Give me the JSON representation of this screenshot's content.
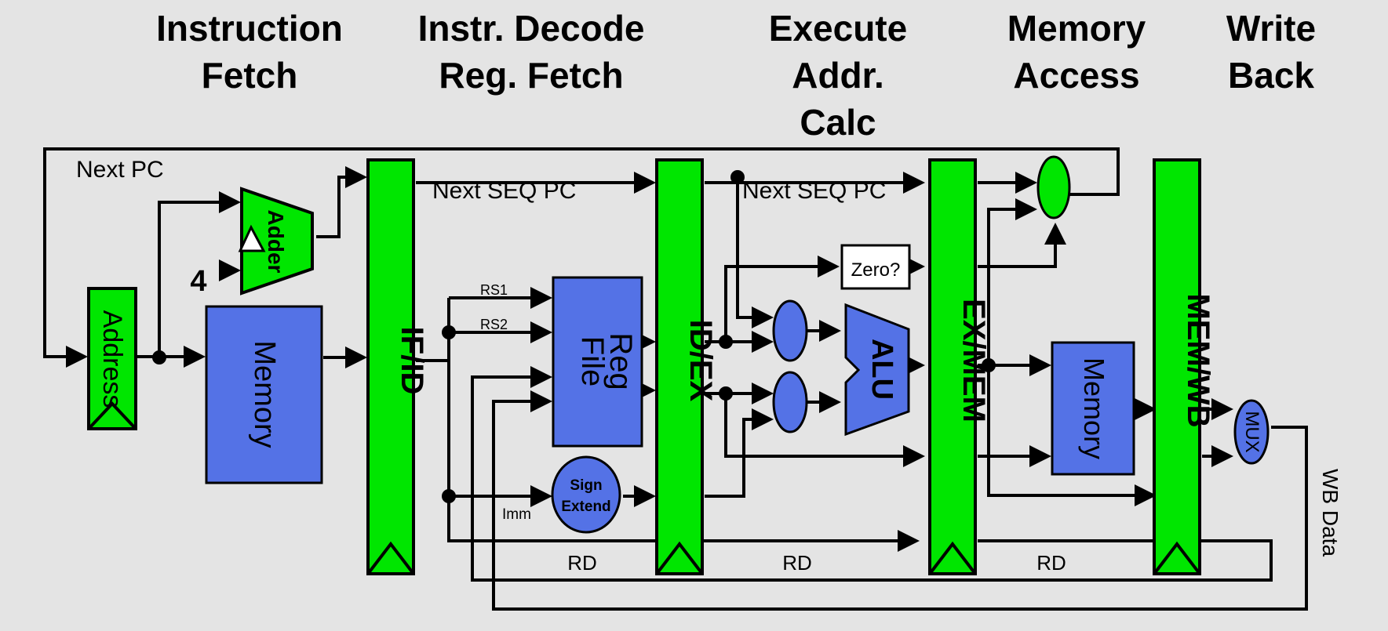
{
  "stages": {
    "if": {
      "line1": "Instruction",
      "line2": "Fetch"
    },
    "id": {
      "line1": "Instr. Decode",
      "line2": "Reg. Fetch"
    },
    "ex": {
      "line1": "Execute",
      "line2": "Addr.",
      "line3": "Calc"
    },
    "mem": {
      "line1": "Memory",
      "line2": "Access"
    },
    "wb": {
      "line1": "Write",
      "line2": "Back"
    }
  },
  "pipeline_registers": {
    "if_id": "IF/ID",
    "id_ex": "ID/EX",
    "ex_mem": "EX/MEM",
    "mem_wb": "MEM/WB"
  },
  "blocks": {
    "address": "Address",
    "adder": "Adder",
    "constant_four": "4",
    "instr_memory": "Memory",
    "reg_file_line1": "Reg",
    "reg_file_line2": "File",
    "sign_extend_line1": "Sign",
    "sign_extend_line2": "Extend",
    "zero_test": "Zero?",
    "alu": "ALU",
    "data_memory": "Memory",
    "wb_mux": "MUX"
  },
  "signals": {
    "next_pc": "Next PC",
    "next_seq_pc_1": "Next SEQ PC",
    "next_seq_pc_2": "Next SEQ PC",
    "rs1": "RS1",
    "rs2": "RS2",
    "imm": "Imm",
    "rd_1": "RD",
    "rd_2": "RD",
    "rd_3": "RD",
    "wb_data": "WB Data"
  },
  "colors": {
    "background": "#e4e4e4",
    "pipeline_green": "#00e600",
    "block_blue": "#5472e6",
    "wire": "#000000",
    "zero_box": "#ffffff"
  }
}
